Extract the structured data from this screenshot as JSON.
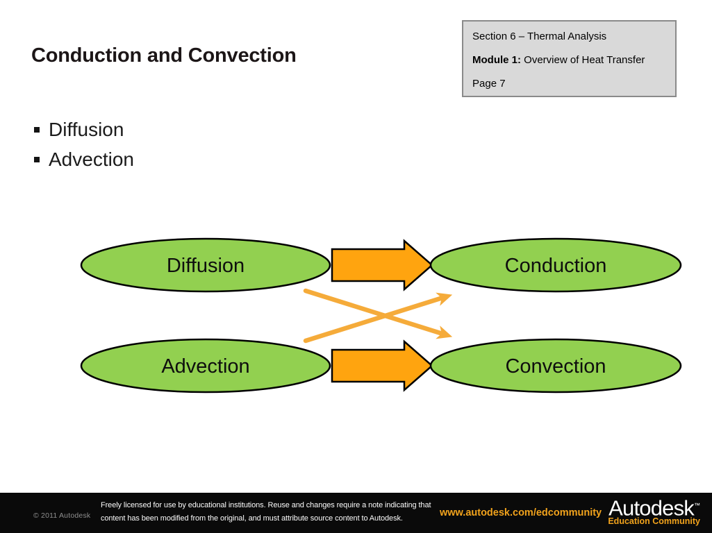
{
  "colors": {
    "node-fill": "#92D050",
    "node-stroke": "#000000",
    "arrow-fill": "#FFA40F",
    "arrow-stroke": "#000000",
    "connector": "#F5AB3A",
    "headerbox-bg": "#D9D9D9",
    "headerbox-border": "#8A8A8A",
    "footer-bg": "#0A0A0A",
    "footer-accent": "#F2A31C",
    "title-color": "#1C1617"
  },
  "header_box": {
    "section": "Section 6 – Thermal Analysis",
    "module_label": "Module 1:",
    "module_title": "Overview of Heat Transfer",
    "page": "Page 7"
  },
  "title": "Conduction and Convection",
  "bullets": [
    "Diffusion",
    "Advection"
  ],
  "diagram": {
    "nodes": {
      "top_left": "Diffusion",
      "top_right": "Conduction",
      "bottom_left": "Advection",
      "bottom_right": "Convection"
    },
    "edges": [
      {
        "from": "Diffusion",
        "to": "Conduction",
        "style": "block-arrow"
      },
      {
        "from": "Advection",
        "to": "Convection",
        "style": "block-arrow"
      },
      {
        "from": "Diffusion",
        "to": "Convection",
        "style": "thin-arrow"
      },
      {
        "from": "Advection",
        "to": "Conduction",
        "style": "thin-arrow"
      }
    ]
  },
  "footer": {
    "copyright": "© 2011 Autodesk",
    "license": "Freely licensed for use by educational institutions. Reuse and changes require a note indicating that content has been modified from the original, and must attribute source content to Autodesk.",
    "url": "www.autodesk.com/edcommunity",
    "logo": "Autodesk",
    "logo_mark": "™",
    "logo_sub": "Education Community"
  }
}
